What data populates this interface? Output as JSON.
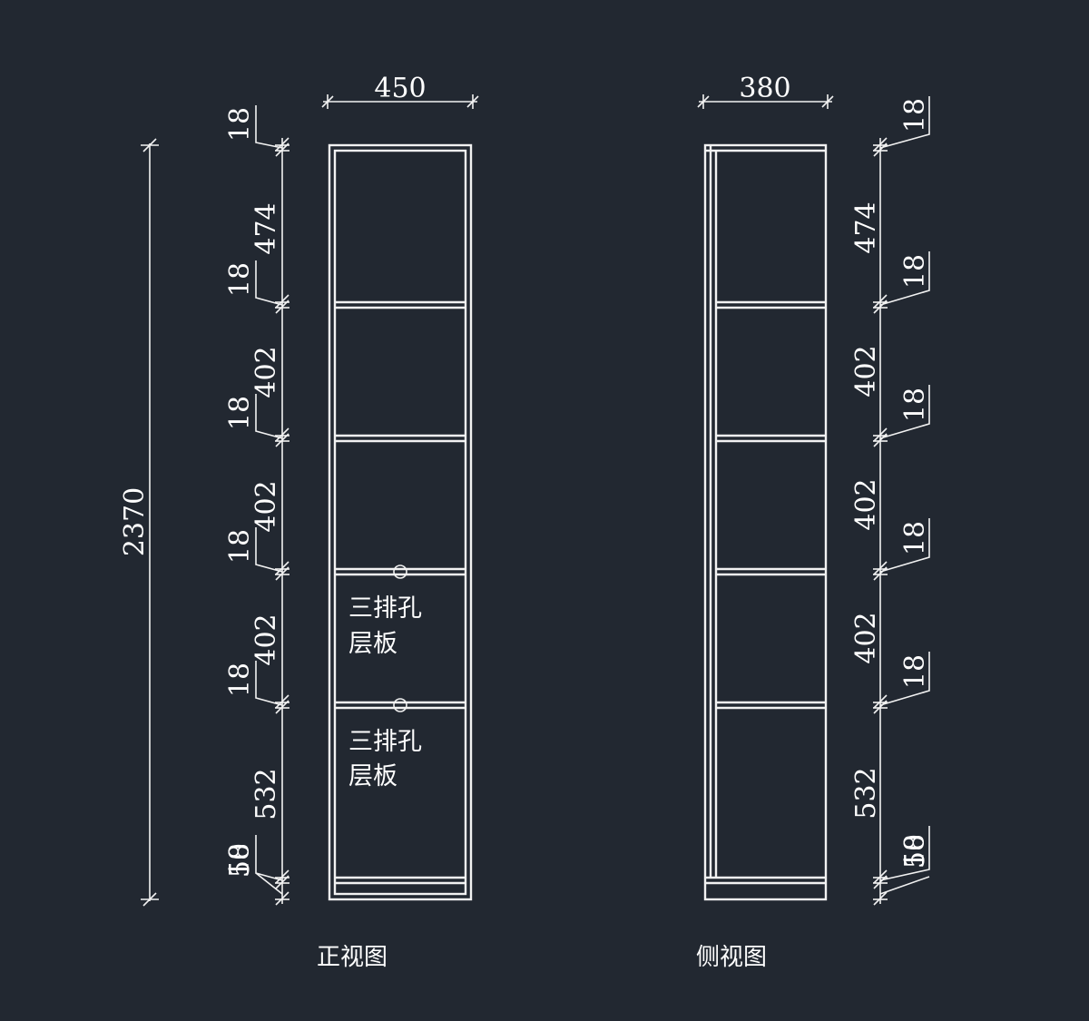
{
  "front_view": {
    "caption": "正视图",
    "width_dim": "450",
    "overall_height": "2370",
    "dims": [
      "18",
      "474",
      "18",
      "402",
      "18",
      "402",
      "18",
      "402",
      "18",
      "532",
      "18",
      "50"
    ],
    "shelf_note_line1": "三排孔",
    "shelf_note_line2": "层板"
  },
  "side_view": {
    "caption": "侧视图",
    "width_dim": "380",
    "dims": [
      "18",
      "474",
      "18",
      "402",
      "18",
      "402",
      "18",
      "402",
      "18",
      "532",
      "18",
      "50"
    ]
  },
  "colors": {
    "background": "#222831",
    "lines": "#f2f2f2"
  }
}
